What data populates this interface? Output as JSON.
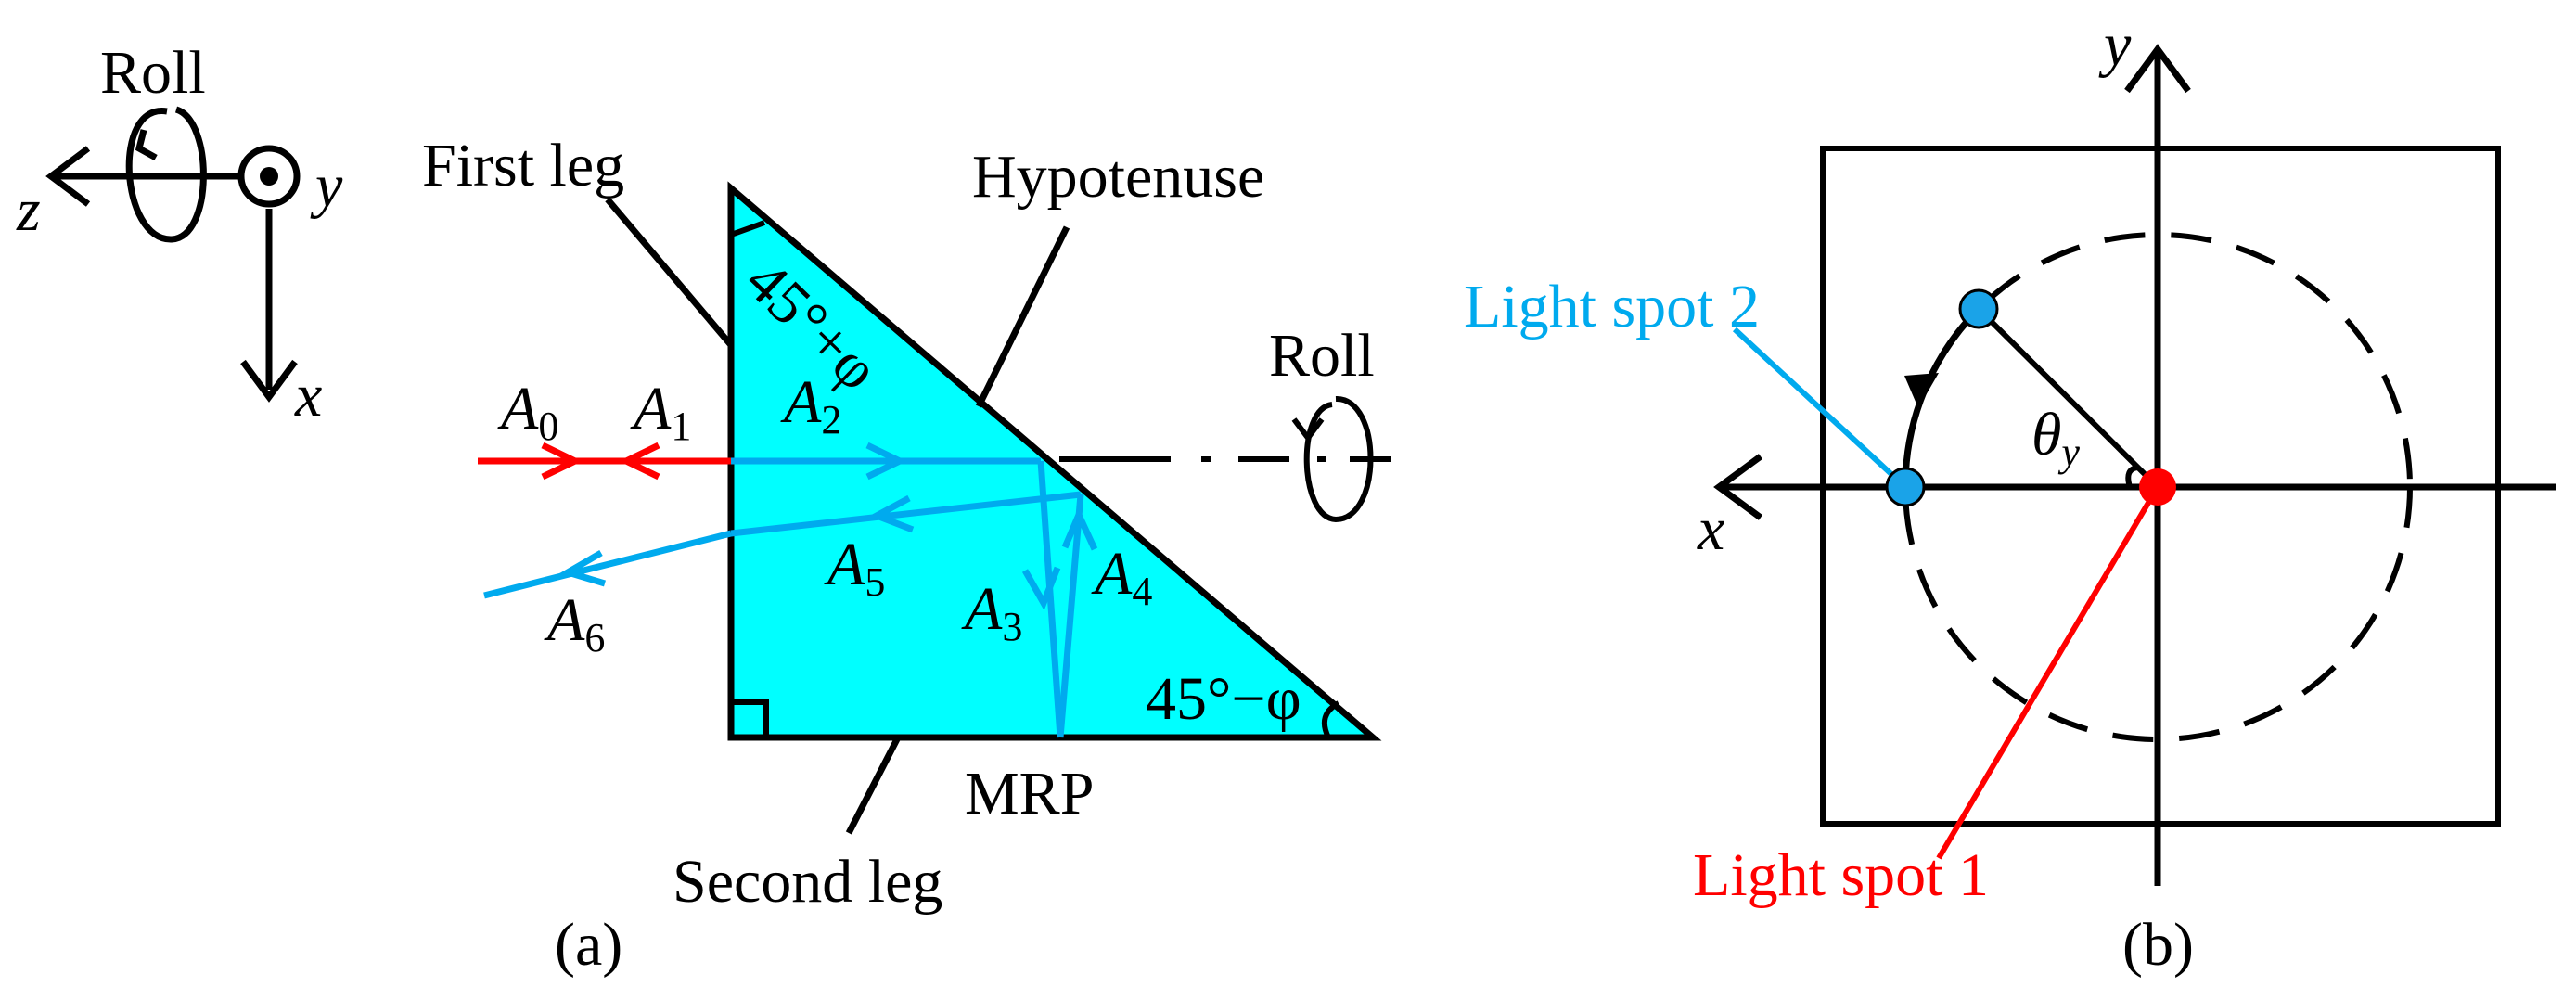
{
  "colors": {
    "prism_fill": "#00ffff",
    "red_beam": "#ff0000",
    "blue_beam": "#00aaee",
    "spot1": "#ff0000",
    "spot2": "#1aa3e8",
    "label_blue": "#00aaee",
    "label_red": "#ff0000",
    "ink": "#000000"
  },
  "panel_a": {
    "caption": "(a)",
    "axes": {
      "roll": "Roll",
      "z": "z",
      "y": "y",
      "x": "x"
    },
    "labels": {
      "first_leg": "First leg",
      "hypotenuse": "Hypotenuse",
      "second_leg": "Second leg",
      "mrp": "MRP",
      "roll_right": "Roll",
      "angle_top": "45°+φ",
      "angle_bottom": "45°−φ"
    },
    "beams": {
      "a0": {
        "base": "A",
        "sub": "0"
      },
      "a1": {
        "base": "A",
        "sub": "1"
      },
      "a2": {
        "base": "A",
        "sub": "2"
      },
      "a3": {
        "base": "A",
        "sub": "3"
      },
      "a4": {
        "base": "A",
        "sub": "4"
      },
      "a5": {
        "base": "A",
        "sub": "5"
      },
      "a6": {
        "base": "A",
        "sub": "6"
      }
    }
  },
  "panel_b": {
    "caption": "(b)",
    "axes": {
      "x": "x",
      "y": "y"
    },
    "angle": {
      "base": "θ",
      "sub": "y"
    },
    "spot1_label": "Light spot 1",
    "spot2_label": "Light spot 2"
  }
}
